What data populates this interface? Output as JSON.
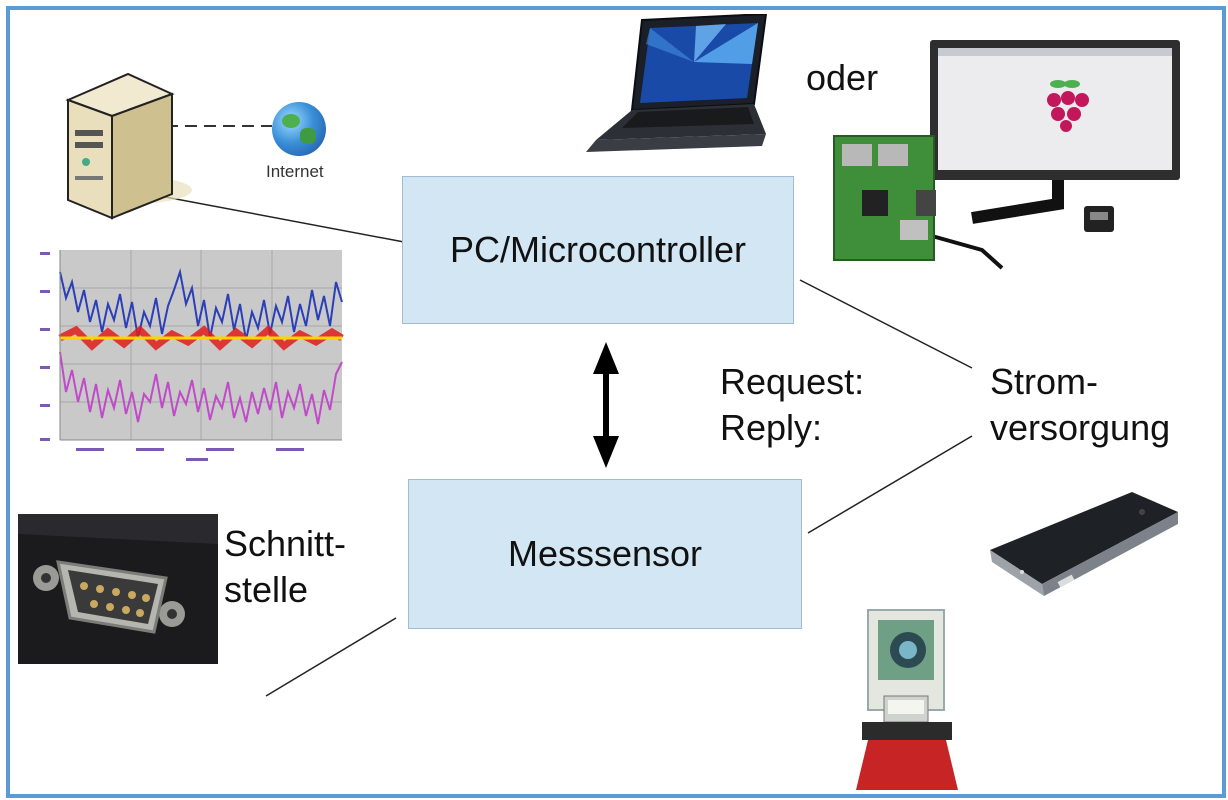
{
  "labels": {
    "pc": "PC/Microcontroller",
    "sensor": "Messsensor",
    "internet": "Internet",
    "oder": "oder",
    "request": "Request:",
    "reply": "Reply:",
    "strom_1": "Strom-",
    "strom_2": "versorgung",
    "schnitt_1": "Schnitt-",
    "schnitt_2": "stelle"
  },
  "colors": {
    "frame": "#5b9bd5",
    "box_fill": "#d2e6f4",
    "box_border": "#9fbcd3"
  }
}
